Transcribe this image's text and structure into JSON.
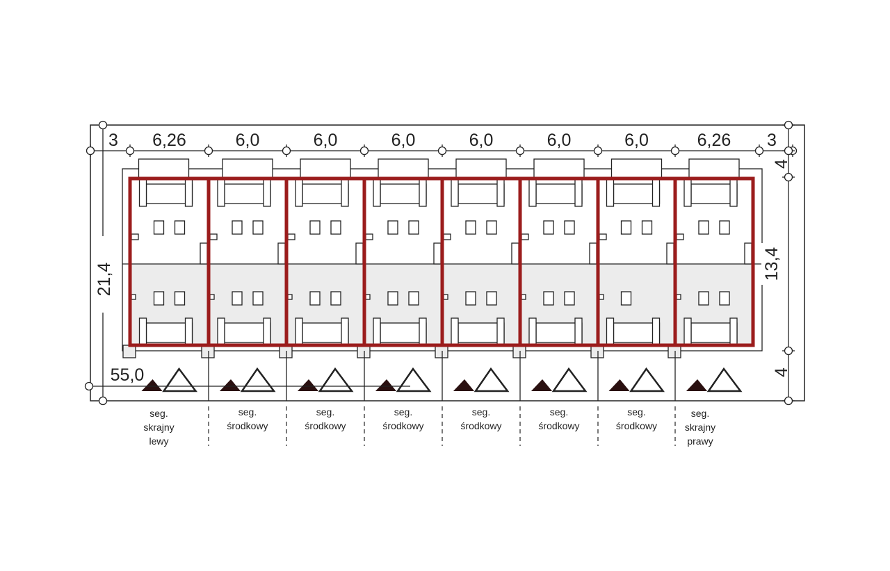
{
  "plan": {
    "top_dimensions": [
      "3",
      "6,26",
      "6,0",
      "6,0",
      "6,0",
      "6,0",
      "6,0",
      "6,0",
      "6,26",
      "3"
    ],
    "left_dimension": "21,4",
    "right_dimensions": [
      "4",
      "13,4",
      "4"
    ],
    "road_dimension": "55,0",
    "colors": {
      "outline": "#9b1c1c",
      "line": "#222222",
      "shade": "#ececec"
    }
  },
  "segments": [
    {
      "lines": [
        "seg.",
        "skrajny",
        "lewy"
      ],
      "lower_windows": 2
    },
    {
      "lines": [
        "seg.",
        "środkowy"
      ],
      "lower_windows": 2
    },
    {
      "lines": [
        "seg.",
        "środkowy"
      ],
      "lower_windows": 2
    },
    {
      "lines": [
        "seg.",
        "środkowy"
      ],
      "lower_windows": 2
    },
    {
      "lines": [
        "seg.",
        "środkowy"
      ],
      "lower_windows": 2
    },
    {
      "lines": [
        "seg.",
        "środkowy"
      ],
      "lower_windows": 2
    },
    {
      "lines": [
        "seg.",
        "środkowy"
      ],
      "lower_windows": 1
    },
    {
      "lines": [
        "seg.",
        "skrajny",
        "prawy"
      ],
      "lower_windows": 2
    }
  ]
}
